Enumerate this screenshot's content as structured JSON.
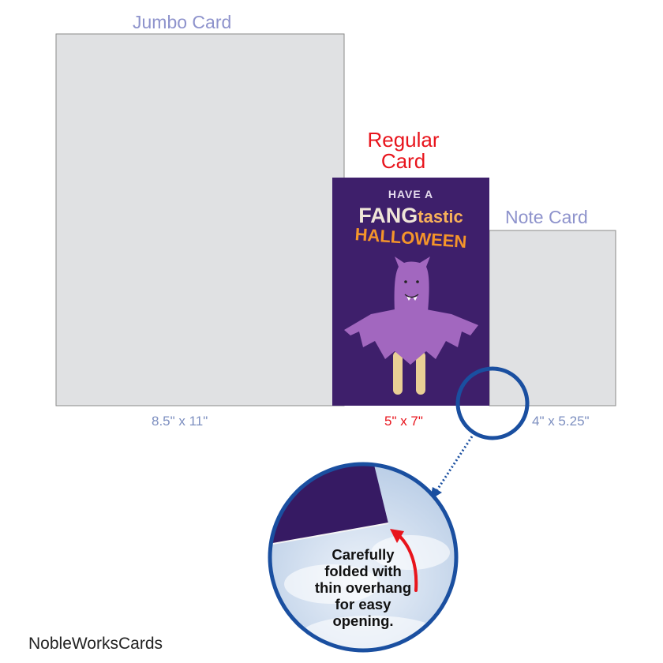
{
  "sizes": [
    {
      "name": "Jumbo Card",
      "dimensions": "8.5\"  x 11\""
    },
    {
      "name": "Regular Card",
      "name_line1": "Regular",
      "name_line2": "Card",
      "dimensions": "5\" x 7\""
    },
    {
      "name": "Note Card",
      "dimensions": "4\" x 5.25\""
    }
  ],
  "card_front": {
    "line1": "HAVE A",
    "line2a": "FANG",
    "line2b": "tastic",
    "line3": "HALLOWEEN"
  },
  "callout": {
    "text_lines": [
      "Carefully",
      "folded with",
      "thin overhang",
      "for easy",
      "opening."
    ]
  },
  "brand": "NobleWorksCards",
  "colors": {
    "card_outline_fill": "#e0e1e3",
    "label_blue": "#8e93cc",
    "regular_red": "#e8141c",
    "card_purple": "#3e1f6b",
    "circle_blue": "#1a4fa0",
    "text_orange": "#f5952a"
  }
}
